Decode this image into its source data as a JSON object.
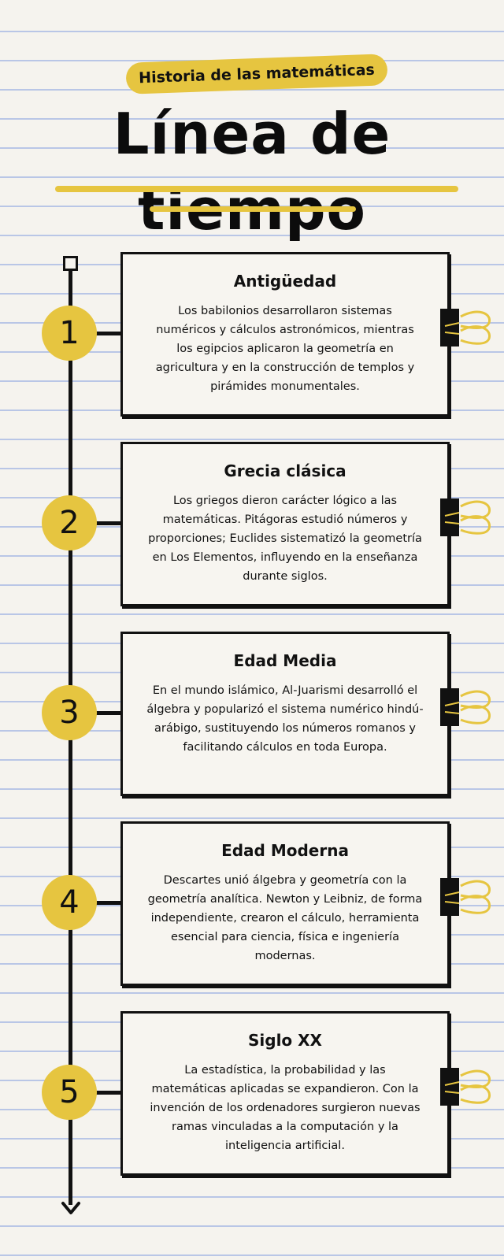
{
  "header": {
    "subtitle": "Historia de las matemáticas",
    "title": "Línea de tiempo"
  },
  "colors": {
    "accent": "#e6c540",
    "ink": "#111111",
    "paper": "#f5f3ee",
    "rule_lines": "#b9c6e6"
  },
  "timeline": {
    "items": [
      {
        "number": "1",
        "title": "Antigüedad",
        "text": "Los babilonios desarrollaron sistemas numéricos y cálculos astronómicos, mientras los egipcios aplicaron la geometría en agricultura y en la construcción de templos y pirámides monumentales."
      },
      {
        "number": "2",
        "title": "Grecia clásica",
        "text": "Los griegos dieron carácter lógico a las matemáticas. Pitágoras estudió números y proporciones; Euclides sistematizó la geometría en Los Elementos, influyendo en la enseñanza durante siglos."
      },
      {
        "number": "3",
        "title": "Edad Media",
        "text": "En el mundo islámico, Al-Juarismi desarrolló el álgebra y popularizó el sistema numérico hindú-arábigo, sustituyendo los números romanos y facilitando cálculos en toda Europa."
      },
      {
        "number": "4",
        "title": "Edad Moderna",
        "text": "Descartes unió álgebra y geometría con la geometría analítica. Newton y Leibniz, de forma independiente, crearon el cálculo, herramienta esencial para ciencia, física e ingeniería modernas."
      },
      {
        "number": "5",
        "title": "Siglo XX",
        "text": "La estadística, la probabilidad y las matemáticas aplicadas se expandieron. Con la invención de los ordenadores surgieron nuevas ramas vinculadas a la computación y la inteligencia artificial."
      }
    ]
  },
  "icons": {
    "clip": "binder-clip-icon",
    "arrow": "arrow-down-icon",
    "start": "square-marker-icon"
  }
}
